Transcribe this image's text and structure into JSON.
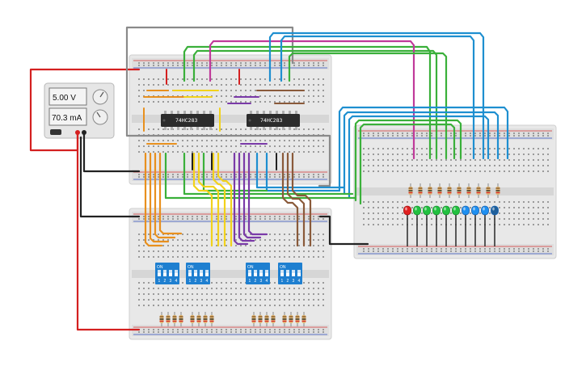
{
  "power_supply": {
    "voltage": "5.00 V",
    "current": "70.3 mA"
  },
  "chips": [
    {
      "label": "74HC283"
    },
    {
      "label": "74HC283"
    }
  ],
  "dip_switch": {
    "on_label": "ON",
    "positions": [
      "1",
      "2",
      "3",
      "4"
    ]
  },
  "leds": [
    "red",
    "green",
    "green",
    "green",
    "green",
    "green",
    "blue",
    "blue",
    "blue",
    "blue"
  ],
  "colors": {
    "wire_orange": "#e8901e",
    "wire_yellow": "#f2d21b",
    "wire_purple": "#7a3aa8",
    "wire_brown": "#8a5a3a",
    "wire_blue": "#1e8fd0",
    "wire_green": "#3ab03a",
    "wire_magenta": "#c03a9a",
    "wire_gray": "#8a8a8a",
    "wire_red": "#d42020",
    "wire_black": "#222222",
    "dip_blue": "#1e7fd0"
  }
}
